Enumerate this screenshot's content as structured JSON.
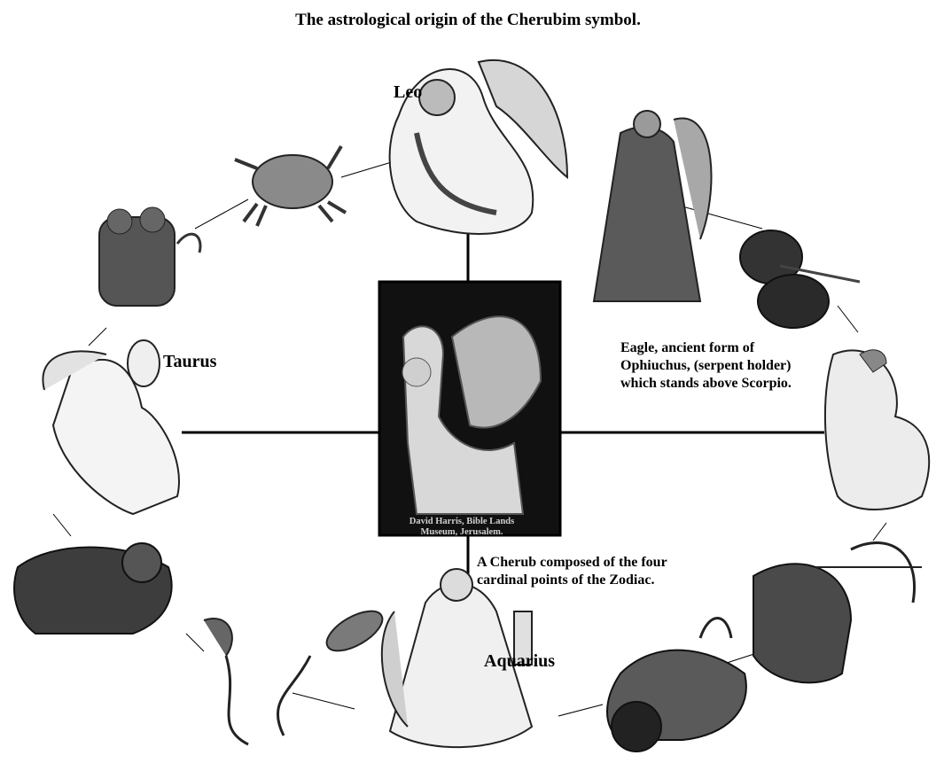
{
  "title": "The astrological origin of the Cherubim symbol.",
  "labels": {
    "leo": "Leo",
    "taurus": "Taurus",
    "aquarius": "Aquarius",
    "eagle_line1": "Eagle, ancient form of",
    "eagle_line2": "Ophiuchus, (serpent holder)",
    "eagle_line3": "which stands above Scorpio.",
    "cherub_line1": "A Cherub composed of the four",
    "cherub_line2": "cardinal points of the Zodiac."
  },
  "credit": {
    "line1": "David Harris, Bible Lands",
    "line2": "Museum, Jerusalem."
  },
  "figures": [
    "leo-figure",
    "cancer-crab-figure",
    "gemini-twins-figure",
    "virgo-figure",
    "libra-scales-figure",
    "taurus-figure",
    "eagle-figure",
    "aries-ram-figure",
    "pisces-fish-figure",
    "aquarius-figure",
    "sagittarius-figure",
    "capricorn-goat-figure",
    "cherub-sphinx-figure"
  ]
}
